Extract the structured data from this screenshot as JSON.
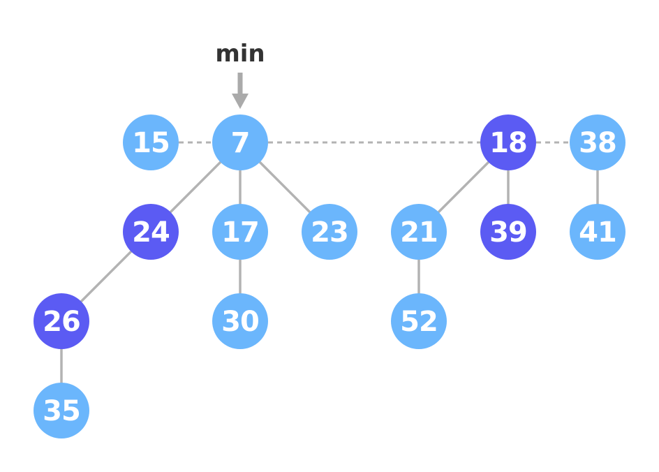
{
  "title": "",
  "colors": {
    "unmarked": "#6bb6fc",
    "marked": "#5b5bf3",
    "edge": "#b3b3b3",
    "root_list_line": "#b3b3b3",
    "pointer": "#aaaaaa",
    "label_text": "#ffffff",
    "pointer_text": "#333333"
  },
  "pointer": {
    "label": "min",
    "target": "n7"
  },
  "nodes": [
    {
      "id": "n15",
      "key": "15",
      "marked": false
    },
    {
      "id": "n7",
      "key": "7",
      "marked": false
    },
    {
      "id": "n18",
      "key": "18",
      "marked": true
    },
    {
      "id": "n38",
      "key": "38",
      "marked": false
    },
    {
      "id": "n24",
      "key": "24",
      "marked": true
    },
    {
      "id": "n17",
      "key": "17",
      "marked": false
    },
    {
      "id": "n23",
      "key": "23",
      "marked": false
    },
    {
      "id": "n21",
      "key": "21",
      "marked": false
    },
    {
      "id": "n39",
      "key": "39",
      "marked": true
    },
    {
      "id": "n41",
      "key": "41",
      "marked": false
    },
    {
      "id": "n26",
      "key": "26",
      "marked": true
    },
    {
      "id": "n30",
      "key": "30",
      "marked": false
    },
    {
      "id": "n52",
      "key": "52",
      "marked": false
    },
    {
      "id": "n35",
      "key": "35",
      "marked": false
    }
  ],
  "root_list": [
    "n15",
    "n7",
    "n18",
    "n38"
  ],
  "edges": [
    {
      "from": "n7",
      "to": "n24"
    },
    {
      "from": "n7",
      "to": "n17"
    },
    {
      "from": "n7",
      "to": "n23"
    },
    {
      "from": "n24",
      "to": "n26"
    },
    {
      "from": "n26",
      "to": "n35"
    },
    {
      "from": "n17",
      "to": "n30"
    },
    {
      "from": "n18",
      "to": "n21"
    },
    {
      "from": "n18",
      "to": "n39"
    },
    {
      "from": "n21",
      "to": "n52"
    },
    {
      "from": "n38",
      "to": "n41"
    }
  ]
}
